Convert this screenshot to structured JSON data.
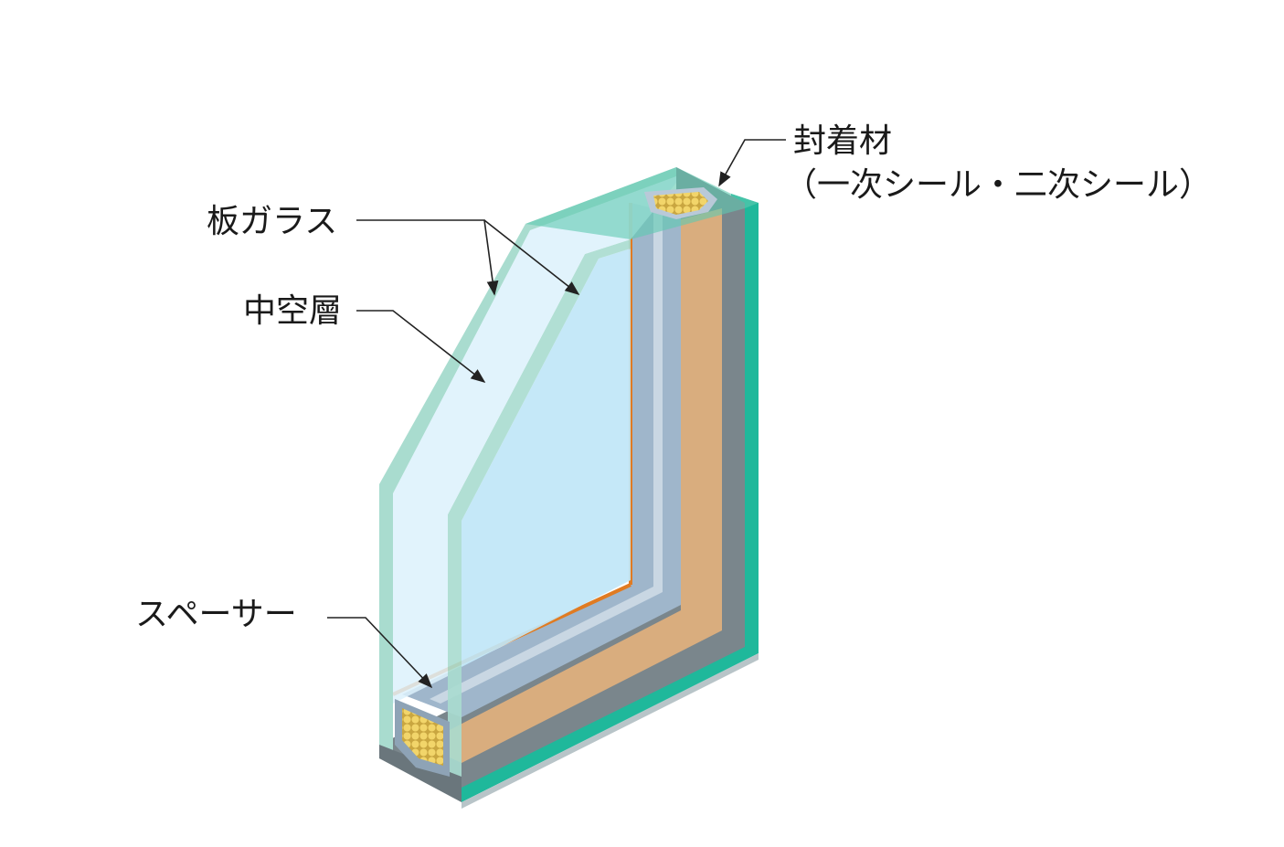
{
  "labels": {
    "sealant": "封着材",
    "sealant_detail": "（一次シール・二次シール）",
    "glass_pane": "板ガラス",
    "air_layer": "中空層",
    "spacer": "スペーサー"
  },
  "colors": {
    "glass_face_outer": "#dcf1fb",
    "glass_face_inner": "#c0e6f7",
    "glass_edge": "#a9dccf",
    "back_glass_edge": "#1fb89b",
    "secondary_seal": "#7a868c",
    "primary_seal": "#d9ad7e",
    "spacer": "#9fb6cb",
    "desiccant": "#e8c14a",
    "butyl": "#e07b22"
  }
}
